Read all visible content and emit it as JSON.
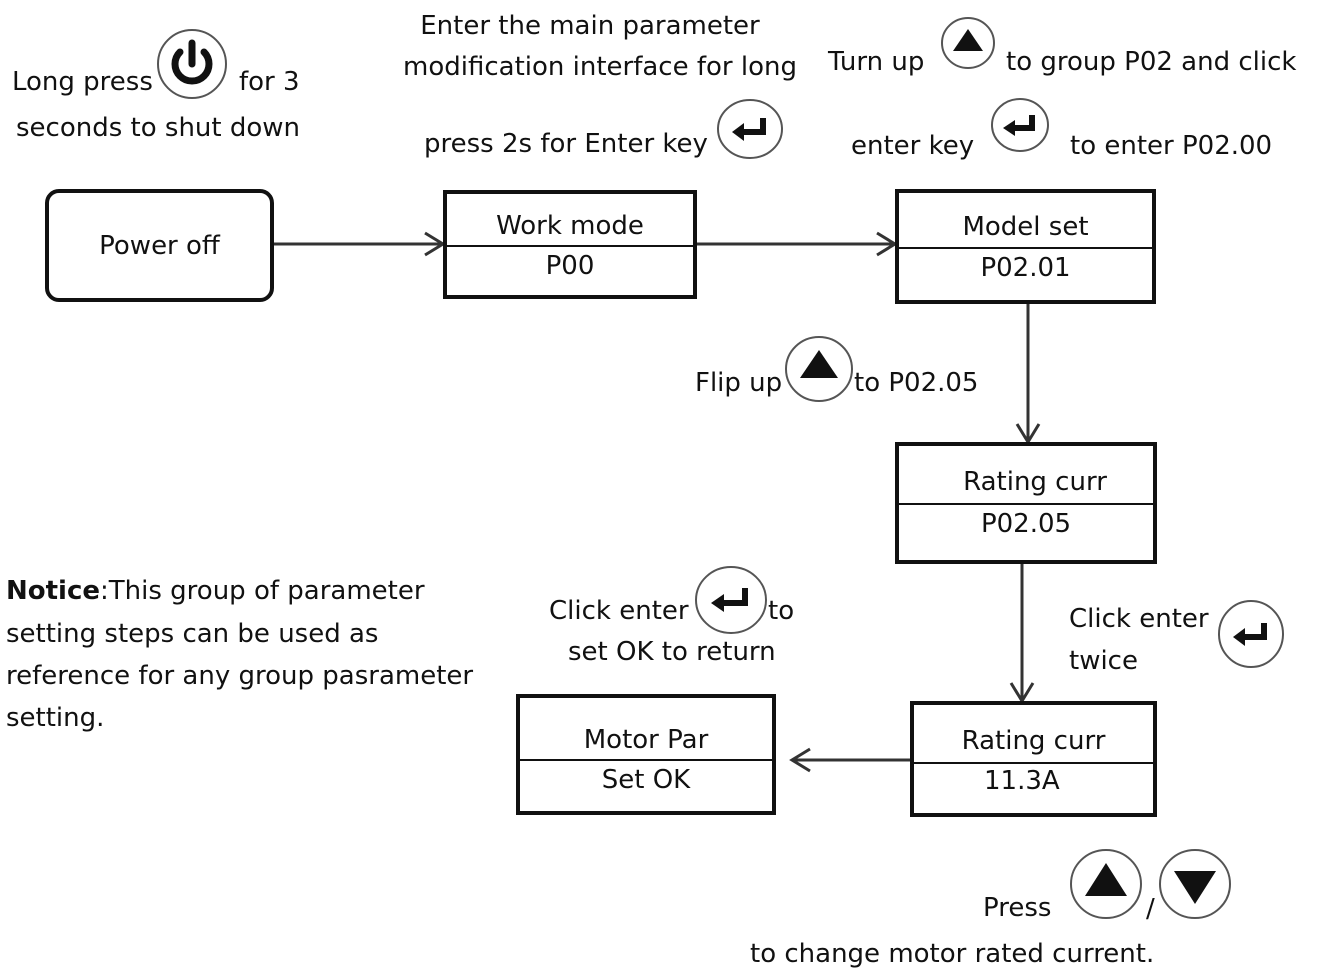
{
  "steps": {
    "power_off_note": {
      "line1": "Long press",
      "line1b": "for 3",
      "line2": "seconds to shut down"
    },
    "enter_note": {
      "line1": "Enter the main parameter",
      "line2": "modification interface for long",
      "line3": "press 2s for Enter key"
    },
    "turn_up_note": {
      "line1a": "Turn up",
      "line1b": "to group P02 and click",
      "line2a": "enter  key",
      "line2b": "to enter P02.00"
    },
    "flip_note": {
      "a": "Flip up",
      "b": "to P02.05"
    },
    "click_twice_note": {
      "line1": "Click enter",
      "line2": "twice"
    },
    "click_return_note": {
      "line1a": "Click enter",
      "line1b": "to",
      "line2": "set OK to return"
    },
    "press_note": {
      "press": "Press",
      "slash": "/",
      "line2": "to change motor rated current."
    }
  },
  "boxes": {
    "power_off": {
      "label": "Power off"
    },
    "work_mode": {
      "top": "Work mode",
      "bottom": "P00"
    },
    "model_set": {
      "top": "Model set",
      "bottom": "P02.01"
    },
    "rating_curr_1": {
      "top": "Rating curr",
      "bottom": "P02.05"
    },
    "rating_curr_2": {
      "top": "Rating curr",
      "bottom": "11.3A"
    },
    "motor_par": {
      "top": "Motor Par",
      "bottom": "Set OK"
    }
  },
  "notice": {
    "title": "Notice",
    "line1": ":This group of parameter",
    "line2": "setting steps can be used as",
    "line3": "reference for any group pasrameter",
    "line4": "setting."
  },
  "icons": [
    "power-icon",
    "enter-icon",
    "up-icon",
    "down-icon"
  ]
}
